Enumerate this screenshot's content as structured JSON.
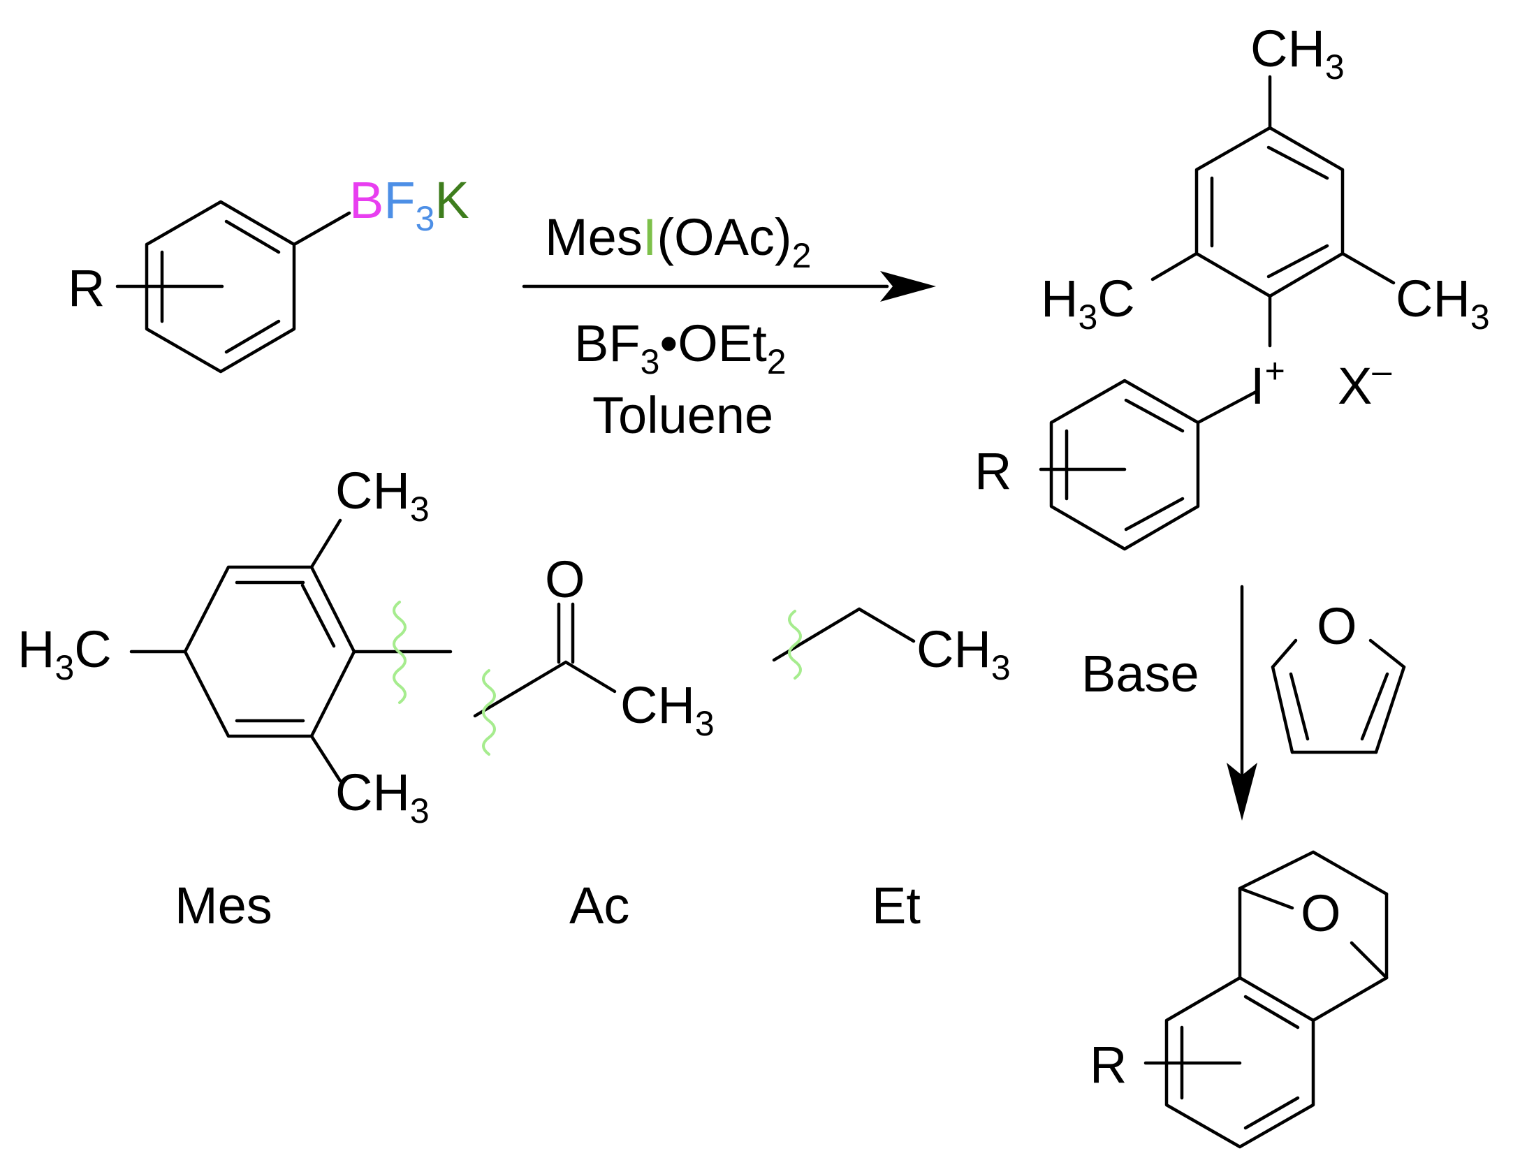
{
  "colors": {
    "boron": "#e83ef0",
    "fluorine": "#4d8fe6",
    "potassium": "#3e7d1d",
    "iodine": "#7dc04a",
    "oxygen": "#e2250c",
    "attachment_wavy": "#a6ec8e",
    "default": "#000000"
  },
  "reactant": {
    "substituent": "R",
    "boron": "B",
    "fluorine": "F",
    "fluorine_count": "3",
    "potassium": "K"
  },
  "step1": {
    "reagent": {
      "prefix": "Mes",
      "iodine": "I",
      "suffix": "(OAc)",
      "count": "2"
    },
    "lewis_acid": {
      "bf": "BF",
      "bf_count": "3",
      "dot": "•",
      "ether": "OEt",
      "ether_count": "2"
    },
    "solvent": "Toluene"
  },
  "intermediate": {
    "substituent": "R",
    "iodine": "I",
    "iodine_charge": "+",
    "counterion": "X",
    "counterion_charge": "–",
    "methyl_top": {
      "c": "CH",
      "n": "3"
    },
    "methyl_left": {
      "h": "H",
      "n": "3",
      "c": "C"
    },
    "methyl_right": {
      "c": "CH",
      "n": "3"
    }
  },
  "step2": {
    "reagent": "Base",
    "furan_oxygen": "O"
  },
  "product": {
    "substituent": "R",
    "oxygen": "O"
  },
  "legend": {
    "mes": {
      "name": "Mes",
      "methyl_top": {
        "c": "CH",
        "n": "3"
      },
      "methyl_left": {
        "h": "H",
        "n": "3",
        "c": "C"
      },
      "methyl_bottom": {
        "c": "CH",
        "n": "3"
      }
    },
    "ac": {
      "name": "Ac",
      "oxygen": "O",
      "methyl": {
        "c": "CH",
        "n": "3"
      }
    },
    "et": {
      "name": "Et",
      "methyl": {
        "c": "CH",
        "n": "3"
      }
    }
  }
}
